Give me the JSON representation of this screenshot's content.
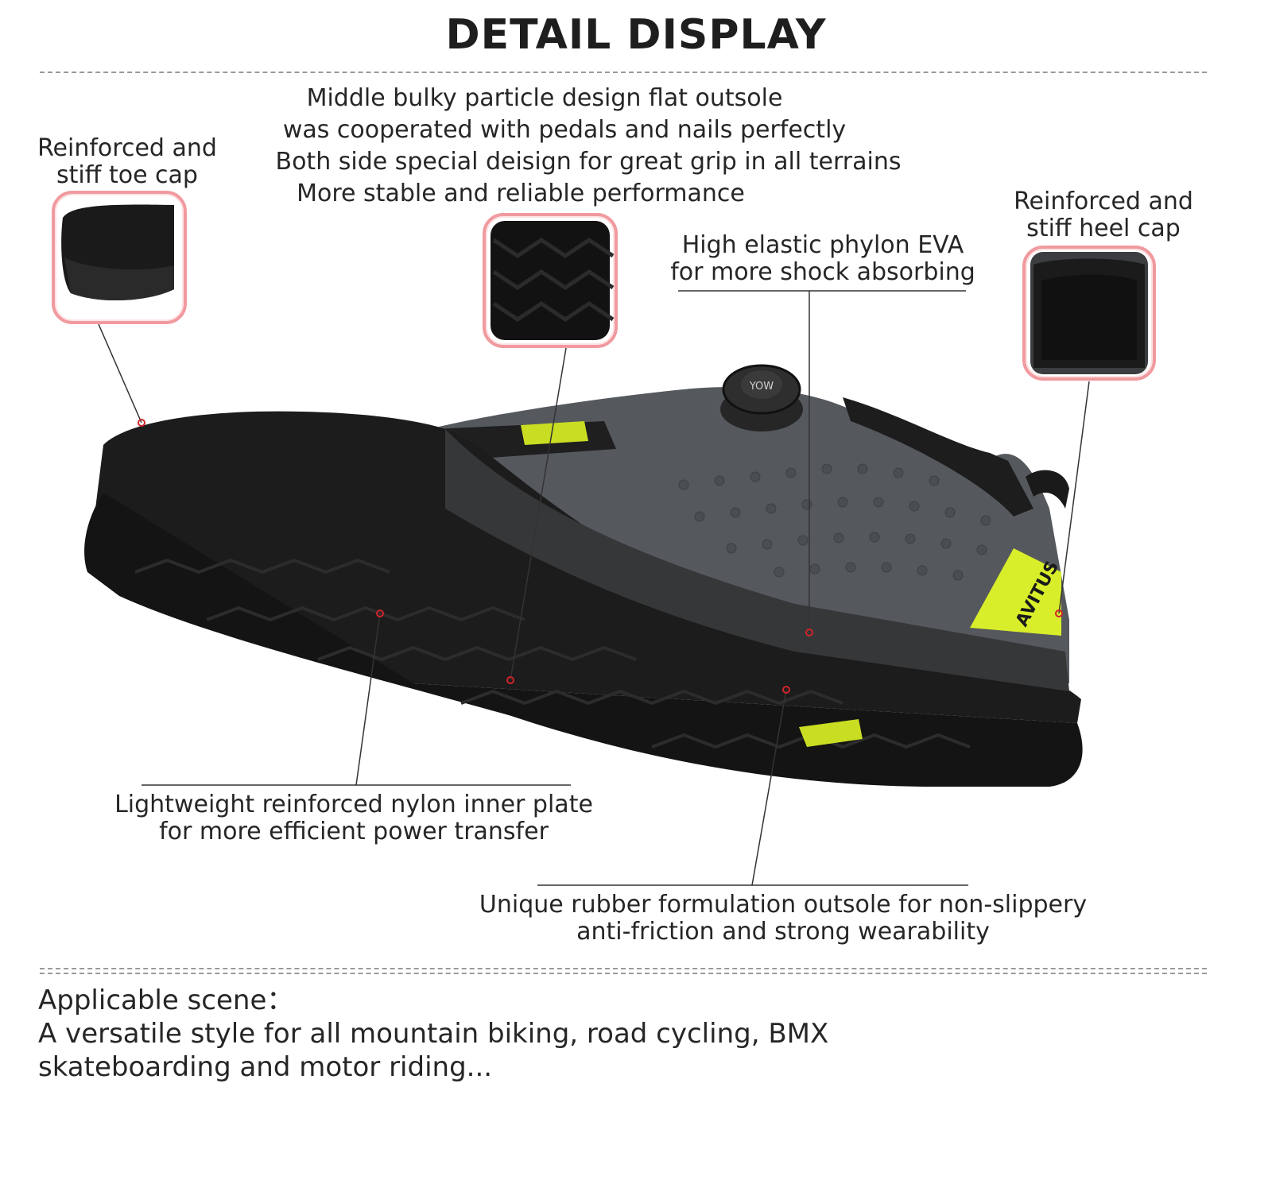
{
  "title": "DETAIL DISPLAY",
  "callouts": {
    "toe_cap": [
      "Reinforced and",
      "stiff toe cap"
    ],
    "outsole_design": [
      "Middle bulky particle design flat outsole",
      "was cooperated with pedals and nails perfectly",
      "Both side special deisign for great grip in all terrains",
      "More stable and reliable performance"
    ],
    "eva": [
      "High elastic phylon EVA",
      "for more shock absorbing"
    ],
    "heel_cap": [
      "Reinforced and",
      "stiff heel cap"
    ],
    "nylon_plate": [
      "Lightweight reinforced nylon inner plate",
      "for more efficient power transfer"
    ],
    "rubber": [
      "Unique rubber formulation outsole for non-slippery",
      "anti-friction and strong wearability"
    ]
  },
  "scene": {
    "heading": "Applicable scene：",
    "line1": "A versatile style for all mountain biking, road cycling, BMX",
    "line2": "skateboarding and motor riding..."
  },
  "brand": {
    "side_logo": "AVITUS",
    "dial_logo": "YOW"
  },
  "colors": {
    "accent": "#d9ee2a",
    "thumb_border": "#f09a9f",
    "marker": "#d0242c",
    "shoe_black": "#1b1b1b",
    "shoe_grey": "#5a5e63"
  }
}
